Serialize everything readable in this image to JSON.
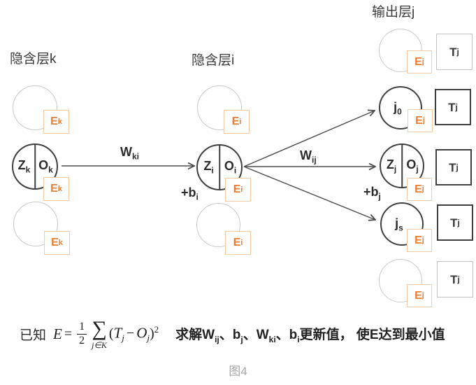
{
  "titles": {
    "hidden_k": "隐含层k",
    "hidden_i": "隐含层i",
    "output_j": "输出层j"
  },
  "nodes": {
    "Zk": {
      "b": "Z",
      "s": "k"
    },
    "Ok": {
      "b": "O",
      "s": "k"
    },
    "Ek": {
      "b": "E",
      "s": "k"
    },
    "Zi": {
      "b": "Z",
      "s": "i"
    },
    "Oi": {
      "b": "O",
      "s": "i"
    },
    "Ei": {
      "b": "E",
      "s": "i"
    },
    "Zj": {
      "b": "Z",
      "s": "j"
    },
    "Oj": {
      "b": "O",
      "s": "j"
    },
    "Ej": {
      "b": "E",
      "s": "j"
    },
    "Tj": {
      "b": "T",
      "s": "j"
    },
    "j0": {
      "b": "j",
      "s": "0"
    },
    "js": {
      "b": "j",
      "s": "s"
    }
  },
  "edges": {
    "Wki": {
      "b": "W",
      "s": "ki"
    },
    "Wij": {
      "b": "W",
      "s": "ij"
    },
    "bias_i": {
      "b": "+b",
      "s": "i"
    },
    "bias_j": {
      "b": "+b",
      "s": "j"
    }
  },
  "formula": {
    "known": "已知",
    "E": "E",
    "equals": "=",
    "numerator": "1",
    "denominator": "2",
    "sigma": "∑",
    "sigma_sub": "j∈K",
    "lparen": "(",
    "T": "T",
    "T_sub": "j",
    "minus": "−",
    "O": "O",
    "O_sub": "j",
    "rparen": ")",
    "exponent": "2",
    "solve_1": "求解W",
    "solve_1_sub": "ij",
    "solve_2": "、b",
    "solve_2_sub": "j",
    "solve_3": "、W",
    "solve_3_sub": "ki",
    "solve_4": "、b",
    "solve_4_sub": "i",
    "solve_5": "更新值， 使E达到最小值"
  },
  "caption": "图4",
  "colors": {
    "error_accent": "#ed7d31",
    "error_box_border": "#f6caa2",
    "node_stroke": "#3f3f3f",
    "ghost_stroke": "#c9c9c9",
    "arrow": "#4d4d4d",
    "caption_gray": "#a6a6a6"
  }
}
